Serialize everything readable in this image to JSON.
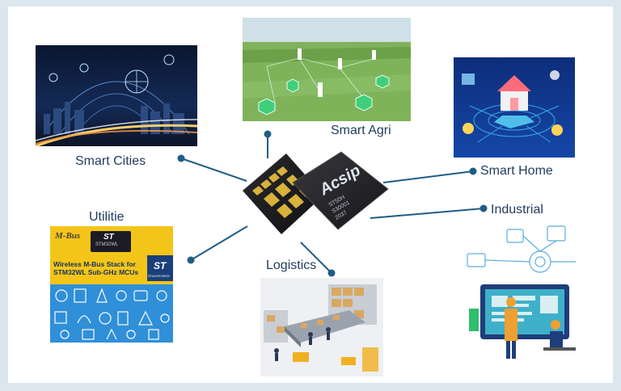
{
  "labels": {
    "smart_agri": "Smart Agri",
    "smart_cities": "Smart Cities",
    "smart_home": "Smart Home",
    "industrial": "Industrial",
    "utilitie": "Utilitie",
    "logistics": "Logistics"
  },
  "chip": {
    "brand": "Acsip",
    "line1": "ST50H",
    "line2": "S30001",
    "line3": "2037"
  },
  "utilitie_tile": {
    "mbus_logo": "M-Bus",
    "st_logo": "ST",
    "module_label": "STM32WL",
    "headline_line1": "Wireless M-Bus Stack for",
    "headline_line2": "STM32WL Sub-GHz MCUs",
    "partner_label": "STACKFORCE"
  },
  "colors": {
    "connector": "#1f5d84",
    "label_text": "#1f3b5e",
    "frame_border": "#dce6ee",
    "chip_gold": "#d8b23a"
  }
}
